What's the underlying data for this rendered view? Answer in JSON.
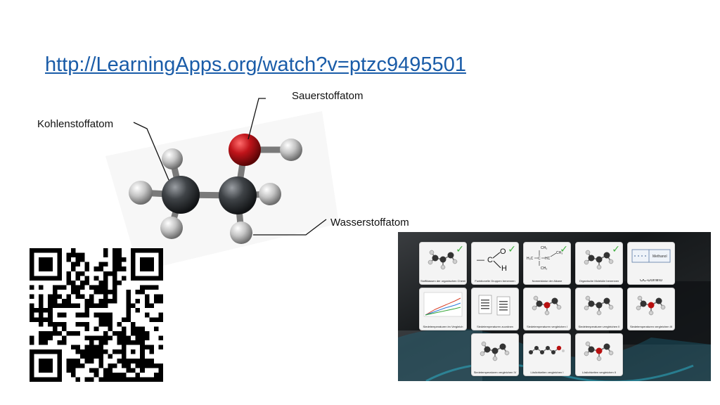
{
  "link": {
    "url_text": "http://LearningApps.org/watch?v=ptzc9495501"
  },
  "labels": {
    "oxygen": "Sauerstoffatom",
    "carbon": "Kohlenstoffatom",
    "hydrogen": "Wasserstoffatom"
  },
  "colors": {
    "link": "#1a5ca8",
    "oxygen_atom": "#c0141a",
    "carbon_atom": "#3a3d40",
    "hydrogen_atom": "#bfbfbf",
    "check": "#3fae3f"
  },
  "apps": {
    "tiles": [
      {
        "caption": "Stoffklassen der organischen Chemie",
        "checked": true,
        "icon": "molecule-icon"
      },
      {
        "caption": "Funktionelle Gruppen benennen",
        "checked": true,
        "icon": "aldehyde-formula-icon"
      },
      {
        "caption": "Nomenklatur der Alkane",
        "checked": true,
        "icon": "alkane-formula-icon"
      },
      {
        "caption": "Organische Moleküle benennen",
        "checked": true,
        "icon": "molecule-icon"
      },
      {
        "caption": "OC-Domino",
        "checked": false,
        "icon": "domino-icon",
        "domino_label": "Methanol"
      },
      {
        "caption": "Siedetemperaturen im Vergleich",
        "checked": false,
        "icon": "line-chart-icon"
      },
      {
        "caption": "Siedetemperaturen zuordnen",
        "checked": false,
        "icon": "cards-icon"
      },
      {
        "caption": "Siedetemperaturen vergleichen I",
        "checked": false,
        "icon": "molecule-icon"
      },
      {
        "caption": "Siedetemperaturen vergleichen II",
        "checked": false,
        "icon": "molecule-icon"
      },
      {
        "caption": "Siedetemperaturen vergleichen III",
        "checked": false,
        "icon": "molecule-icon"
      },
      {
        "caption": "Siedetemperaturen vergleichen IV",
        "checked": false,
        "icon": "molecule-icon"
      },
      {
        "caption": "Löslichkeiten vergleichen I",
        "checked": false,
        "icon": "chain-molecule-icon"
      },
      {
        "caption": "Löslichkeiten vergleichen II",
        "checked": false,
        "icon": "molecule-icon"
      }
    ]
  }
}
